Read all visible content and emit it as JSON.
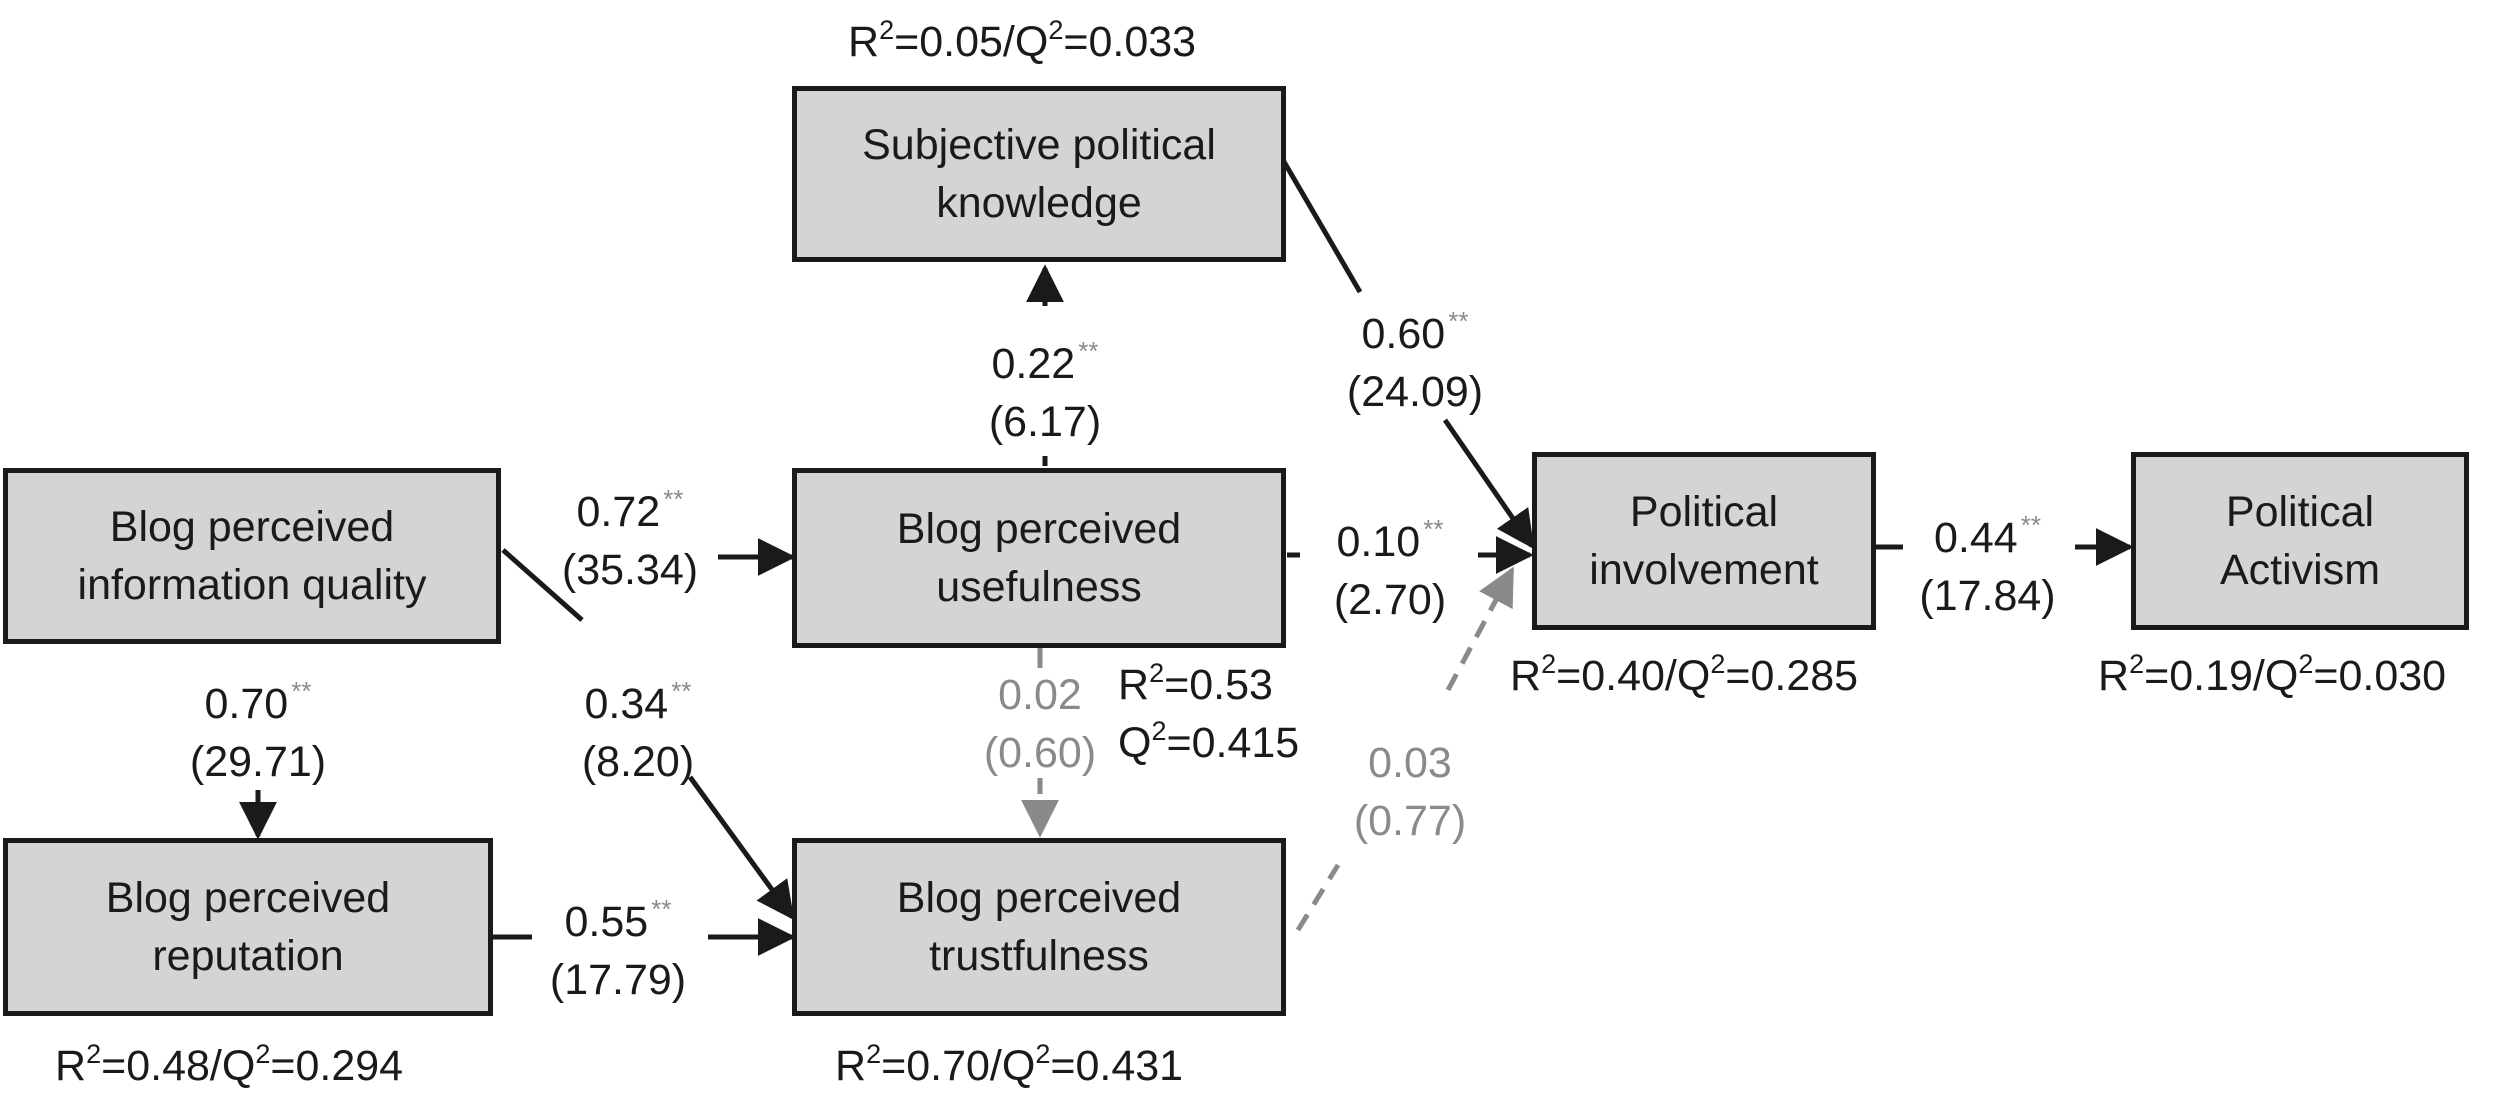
{
  "nodes": {
    "subjective_knowledge": {
      "line1": "Subjective political",
      "line2": "knowledge"
    },
    "information_quality": {
      "line1": "Blog perceived",
      "line2": "information quality"
    },
    "usefulness": {
      "line1": "Blog perceived",
      "line2": "usefulness"
    },
    "reputation": {
      "line1": "Blog perceived",
      "line2": "reputation"
    },
    "trustfulness": {
      "line1": "Blog perceived",
      "line2": "trustfulness"
    },
    "political_involvement": {
      "line1": "Political",
      "line2": "involvement"
    },
    "political_activism": {
      "line1": "Political",
      "line2": "Activism"
    }
  },
  "paths": {
    "iq_to_usefulness": {
      "coef": "0.72",
      "sig": "**",
      "t": "(35.34)"
    },
    "iq_to_reputation": {
      "coef": "0.70",
      "sig": "**",
      "t": "(29.71)"
    },
    "iq_to_trustfulness": {
      "coef": "0.34",
      "sig": "**",
      "t": "(8.20)"
    },
    "usefulness_to_knowledge": {
      "coef": "0.22",
      "sig": "**",
      "t": "(6.17)"
    },
    "usefulness_to_involvement": {
      "coef": "0.10",
      "sig": "**",
      "t": "(2.70)"
    },
    "usefulness_to_trustfulness": {
      "coef": "0.02",
      "t": "(0.60)"
    },
    "reputation_to_trustfulness": {
      "coef": "0.55",
      "sig": "**",
      "t": "(17.79)"
    },
    "knowledge_to_involvement": {
      "coef": "0.60",
      "sig": "**",
      "t": "(24.09)"
    },
    "trustfulness_to_involvement": {
      "coef": "0.03",
      "t": "(0.77)"
    },
    "involvement_to_activism": {
      "coef": "0.44",
      "sig": "**",
      "t": "(17.84)"
    }
  },
  "fit": {
    "knowledge": {
      "r2": "0.05",
      "q2": "0.033"
    },
    "usefulness": {
      "r2": "0.53",
      "q2": "0.415"
    },
    "reputation": {
      "r2": "0.48",
      "q2": "0.294"
    },
    "trustfulness": {
      "r2": "0.70",
      "q2": "0.431"
    },
    "involvement": {
      "r2": "0.40",
      "q2": "0.285"
    },
    "activism": {
      "r2": "0.19",
      "q2": "0.030"
    }
  },
  "colors": {
    "significant": "#1a1a1a",
    "nonsignificant": "#8a8a8a",
    "box_fill": "#d4d4d4"
  }
}
